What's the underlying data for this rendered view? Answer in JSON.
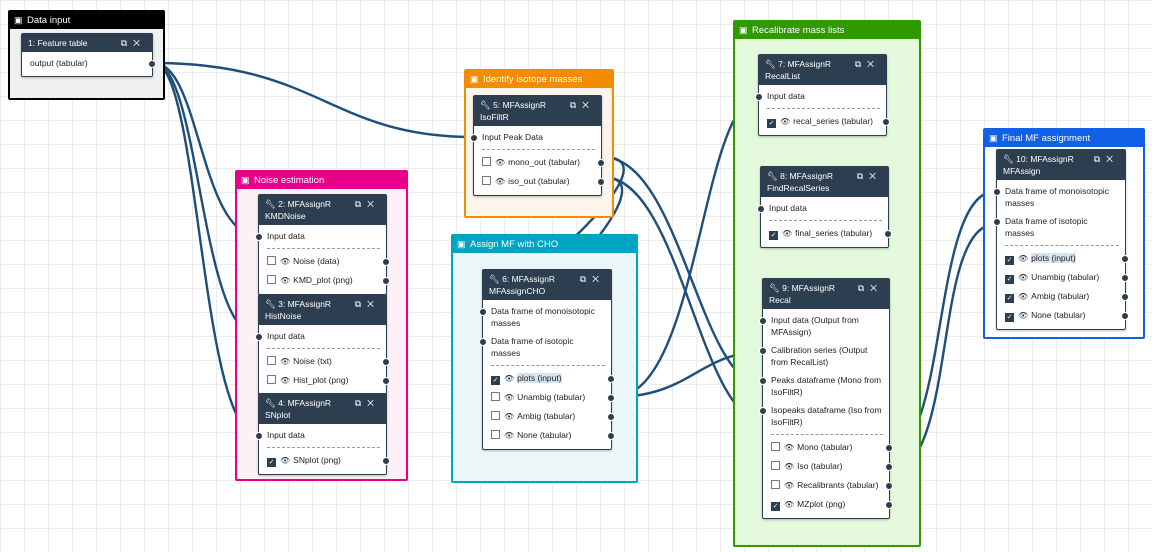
{
  "frames": {
    "data_input": {
      "title": "Data input",
      "color": "#000000",
      "bg": "#f0f0f0"
    },
    "noise": {
      "title": "Noise estimation",
      "color": "#e6008a",
      "bg": "#fdf1f7"
    },
    "isotope": {
      "title": "Identify isotope masses",
      "color": "#f28c00",
      "bg": "#fdf5ec"
    },
    "assign_cho": {
      "title": "Assign MF with CHO",
      "color": "#00a5c2",
      "bg": "#ecf7fa"
    },
    "recal": {
      "title": "Recalibrate mass lists",
      "color": "#2e9a00",
      "bg": "#e4f9dc"
    },
    "final": {
      "title": "Final MF assignment",
      "color": "#1160e6",
      "bg": "#ffffff"
    }
  },
  "nodes": {
    "n1": {
      "title": "1: Feature table",
      "outputs": [
        {
          "label": "output (tabular)"
        }
      ]
    },
    "n2": {
      "title": "2: MFAssignR KMDNoise",
      "inputs": [
        "Input data"
      ],
      "outputs": [
        {
          "label": "Noise (data)",
          "checked": false
        },
        {
          "label": "KMD_plot (png)",
          "checked": false
        }
      ]
    },
    "n3": {
      "title": "3: MFAssignR HistNoise",
      "inputs": [
        "Input data"
      ],
      "outputs": [
        {
          "label": "Noise (txt)",
          "checked": false
        },
        {
          "label": "Hist_plot (png)",
          "checked": false
        }
      ]
    },
    "n4": {
      "title": "4: MFAssignR SNplot",
      "inputs": [
        "Input data"
      ],
      "outputs": [
        {
          "label": "SNplot (png)",
          "checked": true
        }
      ]
    },
    "n5": {
      "title": "5: MFAssignR IsoFiltR",
      "inputs": [
        "Input Peak Data"
      ],
      "outputs": [
        {
          "label": "mono_out (tabular)",
          "checked": false
        },
        {
          "label": "iso_out (tabular)",
          "checked": false
        }
      ]
    },
    "n6": {
      "title": "6: MFAssignR MFAssignCHO",
      "inputs": [
        "Data frame of monoisotopic masses",
        "Data frame of isotopic masses"
      ],
      "outputs": [
        {
          "label": "plots (input)",
          "checked": true
        },
        {
          "label": "Unambig (tabular)",
          "checked": false
        },
        {
          "label": "Ambig (tabular)",
          "checked": false
        },
        {
          "label": "None (tabular)",
          "checked": false
        }
      ]
    },
    "n7": {
      "title": "7: MFAssignR RecalList",
      "inputs": [
        "Input data"
      ],
      "outputs": [
        {
          "label": "recal_series (tabular)",
          "checked": true
        }
      ]
    },
    "n8": {
      "title": "8: MFAssignR FindRecalSeries",
      "inputs": [
        "Input data"
      ],
      "outputs": [
        {
          "label": "final_series (tabular)",
          "checked": true
        }
      ]
    },
    "n9": {
      "title": "9: MFAssignR Recal",
      "inputs": [
        "Input data (Output from MFAssign)",
        "Calibration series (Output from RecalList)",
        "Peaks dataframe (Mono from IsoFiltR)",
        "Isopeaks dataframe (Iso from IsoFiltR)"
      ],
      "outputs": [
        {
          "label": "Mono (tabular)",
          "checked": false
        },
        {
          "label": "Iso (tabular)",
          "checked": false
        },
        {
          "label": "Recalibrants (tabular)",
          "checked": false
        },
        {
          "label": "MZplot (png)",
          "checked": true
        }
      ]
    },
    "n10": {
      "title": "10: MFAssignR MFAssign",
      "inputs": [
        "Data frame of monoisotopic masses",
        "Data frame of isotopic masses"
      ],
      "outputs": [
        {
          "label": "plots (input)",
          "checked": true
        },
        {
          "label": "Unambig (tabular)",
          "checked": true
        },
        {
          "label": "Ambig (tabular)",
          "checked": true
        },
        {
          "label": "None (tabular)",
          "checked": true
        }
      ]
    }
  },
  "icons": {
    "frame": "frame-icon",
    "tool": "wrench-icon",
    "copy": "copy-icon",
    "close": "close-icon",
    "eye": "eye-icon"
  }
}
